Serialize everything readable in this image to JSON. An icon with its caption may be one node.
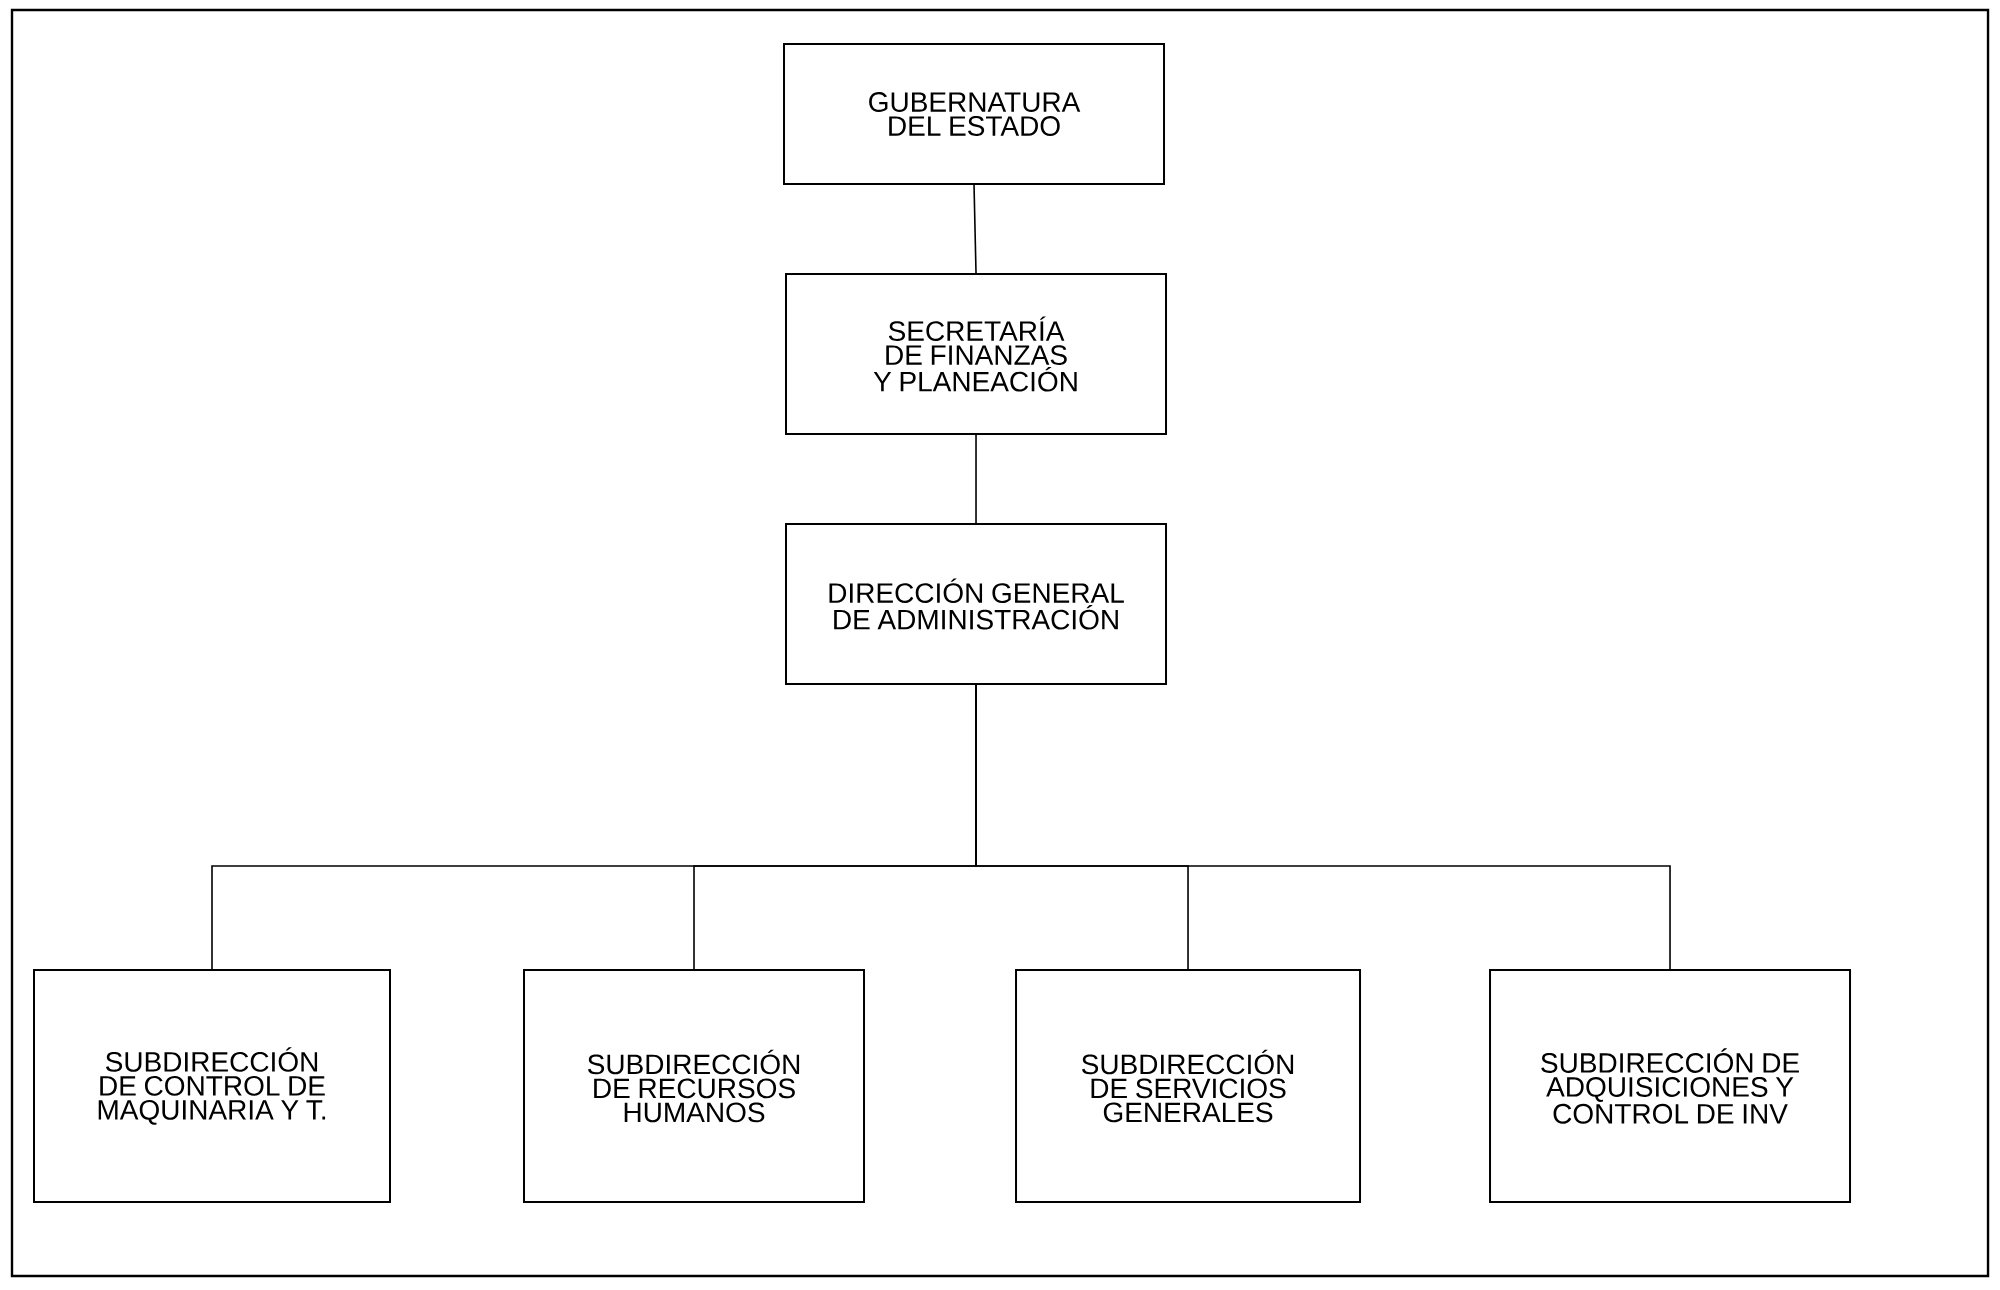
{
  "diagram": {
    "nodes": [
      {
        "text": [
          "GUBERNATURA DEL ESTADO"
        ]
      },
      {
        "text": [
          "SECRETARÍA DE FINANZAS Y PLANEACIÓN"
        ]
      },
      {
        "text": [
          "DIRECCIÓN GENERAL DE ADMINISTRACIÓN"
        ]
      },
      {
        "text": [
          "SUBDIRECCIÓN DE CONTROL DE MAQUINARIA Y T."
        ]
      },
      {
        "text": [
          "SUBDIRECCIÓN DE RECURSOS HUMANOS"
        ]
      },
      {
        "text": [
          "SUBDIRECCIÓN DE SERVICIOS GENERALES"
        ]
      },
      {
        "text": [
          "SUBDIRECCIÓN DE ADQUISICIONES Y CONTROL DE INV"
        ]
      }
    ],
    "edges": [
      {
        "from": 0,
        "to": 1,
        "arrow": "none"
      },
      {
        "from": 1,
        "to": 2,
        "arrow": "none"
      },
      {
        "from": 2,
        "to": 3,
        "arrow": "none"
      },
      {
        "from": 2,
        "to": 4,
        "arrow": "none"
      },
      {
        "from": 2,
        "to": 5,
        "arrow": "none"
      },
      {
        "from": 2,
        "to": 6,
        "arrow": "none"
      }
    ]
  }
}
